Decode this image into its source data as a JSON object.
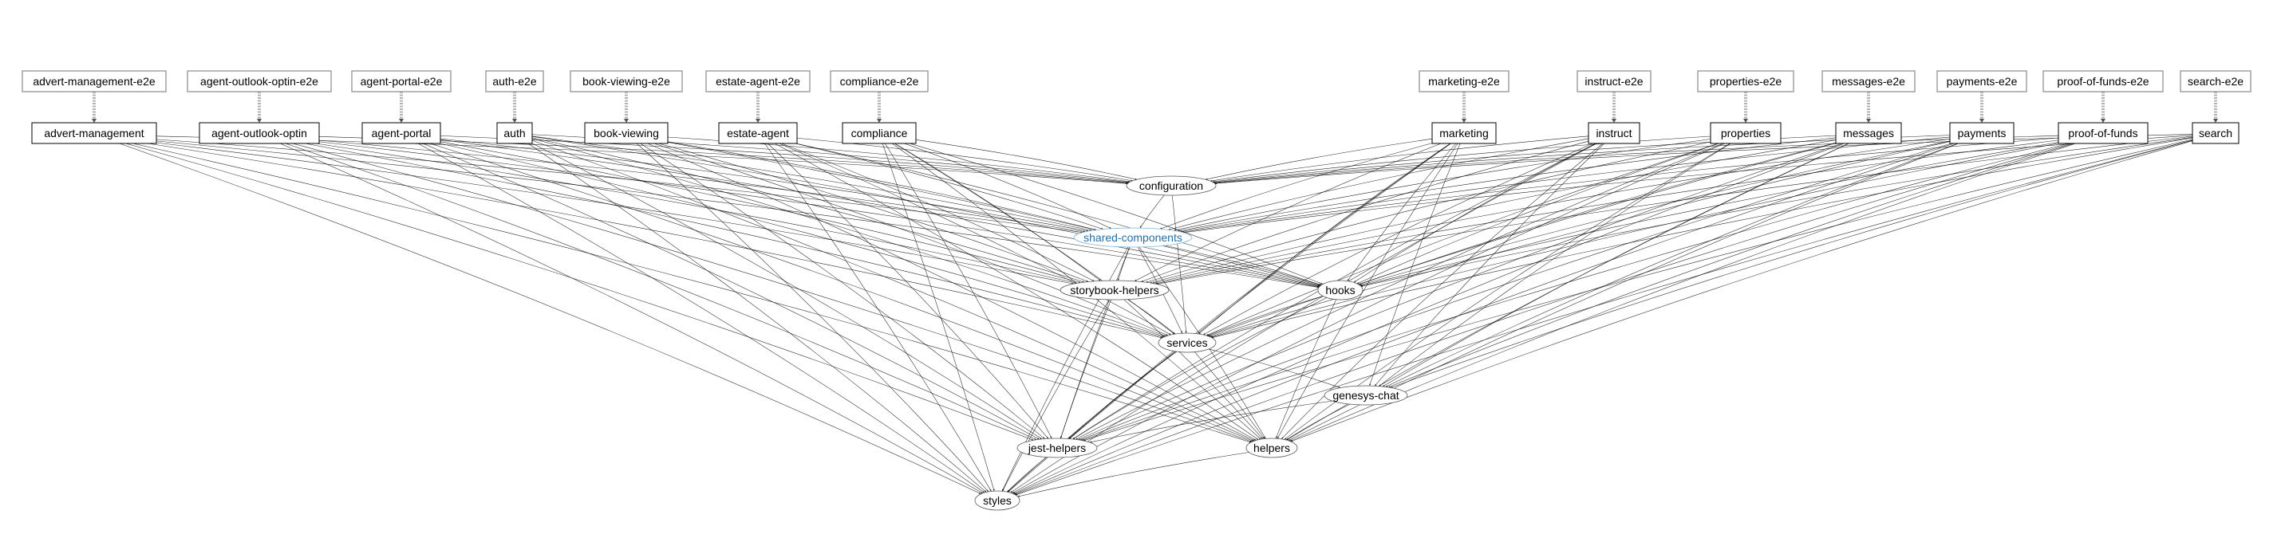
{
  "graph": {
    "e2e_nodes": [
      {
        "id": "advert-management-e2e",
        "label": "advert-management-e2e"
      },
      {
        "id": "agent-outlook-optin-e2e",
        "label": "agent-outlook-optin-e2e"
      },
      {
        "id": "agent-portal-e2e",
        "label": "agent-portal-e2e"
      },
      {
        "id": "auth-e2e",
        "label": "auth-e2e"
      },
      {
        "id": "book-viewing-e2e",
        "label": "book-viewing-e2e"
      },
      {
        "id": "estate-agent-e2e",
        "label": "estate-agent-e2e"
      },
      {
        "id": "compliance-e2e",
        "label": "compliance-e2e"
      },
      {
        "id": "marketing-e2e",
        "label": "marketing-e2e"
      },
      {
        "id": "instruct-e2e",
        "label": "instruct-e2e"
      },
      {
        "id": "properties-e2e",
        "label": "properties-e2e"
      },
      {
        "id": "messages-e2e",
        "label": "messages-e2e"
      },
      {
        "id": "payments-e2e",
        "label": "payments-e2e"
      },
      {
        "id": "proof-of-funds-e2e",
        "label": "proof-of-funds-e2e"
      },
      {
        "id": "search-e2e",
        "label": "search-e2e"
      }
    ],
    "app_nodes": [
      {
        "id": "advert-management",
        "label": "advert-management"
      },
      {
        "id": "agent-outlook-optin",
        "label": "agent-outlook-optin"
      },
      {
        "id": "agent-portal",
        "label": "agent-portal"
      },
      {
        "id": "auth",
        "label": "auth"
      },
      {
        "id": "book-viewing",
        "label": "book-viewing"
      },
      {
        "id": "estate-agent",
        "label": "estate-agent"
      },
      {
        "id": "compliance",
        "label": "compliance"
      },
      {
        "id": "marketing",
        "label": "marketing"
      },
      {
        "id": "instruct",
        "label": "instruct"
      },
      {
        "id": "properties",
        "label": "properties"
      },
      {
        "id": "messages",
        "label": "messages"
      },
      {
        "id": "payments",
        "label": "payments"
      },
      {
        "id": "proof-of-funds",
        "label": "proof-of-funds"
      },
      {
        "id": "search",
        "label": "search"
      }
    ],
    "lib_nodes": [
      {
        "id": "configuration",
        "label": "configuration"
      },
      {
        "id": "shared-components",
        "label": "shared-components",
        "highlighted": true,
        "color": "#2a6fa0"
      },
      {
        "id": "storybook-helpers",
        "label": "storybook-helpers"
      },
      {
        "id": "hooks",
        "label": "hooks"
      },
      {
        "id": "services",
        "label": "services"
      },
      {
        "id": "genesys-chat",
        "label": "genesys-chat"
      },
      {
        "id": "jest-helpers",
        "label": "jest-helpers"
      },
      {
        "id": "helpers",
        "label": "helpers"
      },
      {
        "id": "styles",
        "label": "styles"
      }
    ],
    "implicit_edges": [
      [
        "advert-management-e2e",
        "advert-management"
      ],
      [
        "agent-outlook-optin-e2e",
        "agent-outlook-optin"
      ],
      [
        "agent-portal-e2e",
        "agent-portal"
      ],
      [
        "auth-e2e",
        "auth"
      ],
      [
        "book-viewing-e2e",
        "book-viewing"
      ],
      [
        "estate-agent-e2e",
        "estate-agent"
      ],
      [
        "compliance-e2e",
        "compliance"
      ],
      [
        "marketing-e2e",
        "marketing"
      ],
      [
        "instruct-e2e",
        "instruct"
      ],
      [
        "properties-e2e",
        "properties"
      ],
      [
        "messages-e2e",
        "messages"
      ],
      [
        "payments-e2e",
        "payments"
      ],
      [
        "proof-of-funds-e2e",
        "proof-of-funds"
      ],
      [
        "search-e2e",
        "search"
      ]
    ],
    "app_deps": [
      "configuration",
      "shared-components",
      "storybook-helpers",
      "hooks",
      "services",
      "jest-helpers",
      "helpers",
      "styles"
    ],
    "app_extra_deps": {
      "marketing": [
        "genesys-chat"
      ],
      "instruct": [
        "genesys-chat"
      ],
      "properties": [
        "genesys-chat"
      ],
      "messages": [
        "genesys-chat"
      ],
      "payments": [
        "genesys-chat"
      ],
      "proof-of-funds": [
        "genesys-chat"
      ],
      "search": [
        "genesys-chat"
      ]
    },
    "lib_edges": [
      [
        "configuration",
        "shared-components"
      ],
      [
        "configuration",
        "services"
      ],
      [
        "shared-components",
        "storybook-helpers"
      ],
      [
        "shared-components",
        "hooks"
      ],
      [
        "shared-components",
        "services"
      ],
      [
        "shared-components",
        "jest-helpers"
      ],
      [
        "shared-components",
        "helpers"
      ],
      [
        "shared-components",
        "styles"
      ],
      [
        "storybook-helpers",
        "services"
      ],
      [
        "storybook-helpers",
        "jest-helpers"
      ],
      [
        "storybook-helpers",
        "helpers"
      ],
      [
        "storybook-helpers",
        "styles"
      ],
      [
        "hooks",
        "services"
      ],
      [
        "hooks",
        "jest-helpers"
      ],
      [
        "hooks",
        "helpers"
      ],
      [
        "services",
        "jest-helpers"
      ],
      [
        "services",
        "helpers"
      ],
      [
        "services",
        "genesys-chat"
      ],
      [
        "services",
        "styles"
      ],
      [
        "genesys-chat",
        "jest-helpers"
      ],
      [
        "genesys-chat",
        "helpers"
      ],
      [
        "jest-helpers",
        "styles"
      ],
      [
        "helpers",
        "styles"
      ]
    ]
  }
}
